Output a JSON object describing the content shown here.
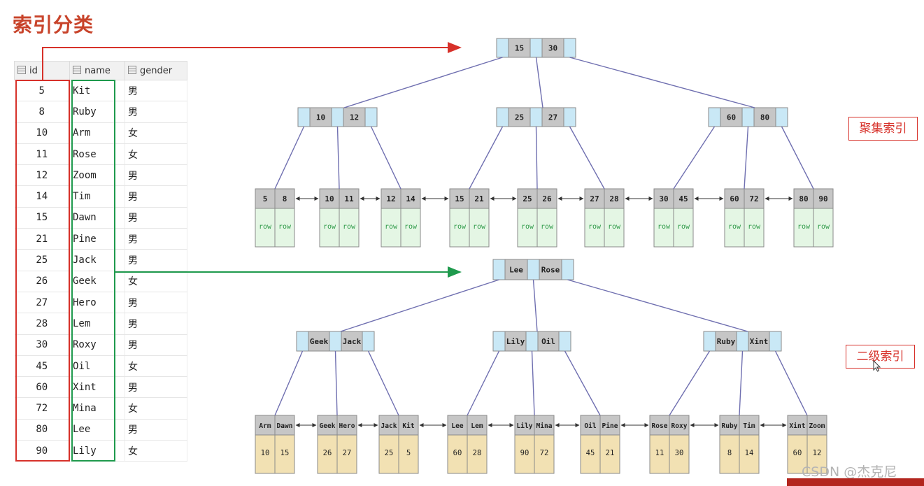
{
  "title": "索引分类",
  "table": {
    "columns": [
      "id",
      "name",
      "gender"
    ],
    "rows": [
      {
        "id": "5",
        "name": "Kit",
        "gender": "男"
      },
      {
        "id": "8",
        "name": "Ruby",
        "gender": "男"
      },
      {
        "id": "10",
        "name": "Arm",
        "gender": "女"
      },
      {
        "id": "11",
        "name": "Rose",
        "gender": "女"
      },
      {
        "id": "12",
        "name": "Zoom",
        "gender": "男"
      },
      {
        "id": "14",
        "name": "Tim",
        "gender": "男"
      },
      {
        "id": "15",
        "name": "Dawn",
        "gender": "男"
      },
      {
        "id": "21",
        "name": "Pine",
        "gender": "男"
      },
      {
        "id": "25",
        "name": "Jack",
        "gender": "男"
      },
      {
        "id": "26",
        "name": "Geek",
        "gender": "女"
      },
      {
        "id": "27",
        "name": "Hero",
        "gender": "男"
      },
      {
        "id": "28",
        "name": "Lem",
        "gender": "男"
      },
      {
        "id": "30",
        "name": "Roxy",
        "gender": "男"
      },
      {
        "id": "45",
        "name": "Oil",
        "gender": "女"
      },
      {
        "id": "60",
        "name": "Xint",
        "gender": "男"
      },
      {
        "id": "72",
        "name": "Mina",
        "gender": "女"
      },
      {
        "id": "80",
        "name": "Lee",
        "gender": "男"
      },
      {
        "id": "90",
        "name": "Lily",
        "gender": "女"
      }
    ]
  },
  "clustered_label": "聚集索引",
  "secondary_label": "二级索引",
  "clustered": {
    "root": [
      "15",
      "30"
    ],
    "internal": [
      [
        "10",
        "12"
      ],
      [
        "25",
        "27"
      ],
      [
        "60",
        "80"
      ]
    ],
    "leaves": [
      [
        "5",
        "8"
      ],
      [
        "10",
        "11"
      ],
      [
        "12",
        "14"
      ],
      [
        "15",
        "21"
      ],
      [
        "25",
        "26"
      ],
      [
        "27",
        "28"
      ],
      [
        "30",
        "45"
      ],
      [
        "60",
        "72"
      ],
      [
        "80",
        "90"
      ]
    ],
    "leaf_value": "row"
  },
  "secondary": {
    "root": [
      "Lee",
      "Rose"
    ],
    "internal": [
      [
        "Geek",
        "Jack"
      ],
      [
        "Lily",
        "Oil"
      ],
      [
        "Ruby",
        "Xint"
      ]
    ],
    "leaves": [
      [
        "Arm",
        "Dawn"
      ],
      [
        "Geek",
        "Hero"
      ],
      [
        "Jack",
        "Kit"
      ],
      [
        "Lee",
        "Lem"
      ],
      [
        "Lily",
        "Mina"
      ],
      [
        "Oil",
        "Pine"
      ],
      [
        "Rose",
        "Roxy"
      ],
      [
        "Ruby",
        "Tim"
      ],
      [
        "Xint",
        "Zoom"
      ]
    ],
    "leaf_values": [
      [
        "10",
        "15"
      ],
      [
        "26",
        "27"
      ],
      [
        "25",
        "5"
      ],
      [
        "60",
        "28"
      ],
      [
        "90",
        "72"
      ],
      [
        "45",
        "21"
      ],
      [
        "11",
        "30"
      ],
      [
        "8",
        "14"
      ],
      [
        "60",
        "12"
      ]
    ]
  },
  "watermark": "CSDN @杰克尼",
  "colors": {
    "title": "#c8432a",
    "highlight_red": "#d7312a",
    "highlight_green": "#1f9a4d",
    "key_cell": "#c6c6c6",
    "pointer_cell": "#c9e8f6",
    "row_cell": "#e4f6e4",
    "row_text": "#2e9a48",
    "value_cell": "#f2e1b3",
    "link": "#6f6fb0"
  }
}
